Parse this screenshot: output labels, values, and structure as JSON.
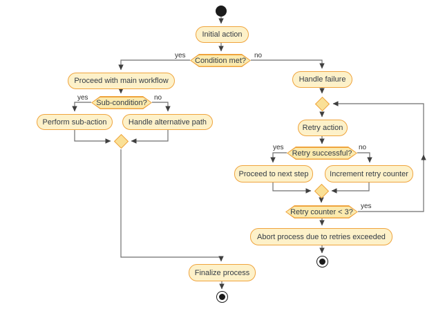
{
  "diagram": {
    "type": "uml-activity-diagram",
    "palette": {
      "activity_fill": "#FDF1C9",
      "decision_fill": "#FBEAAE",
      "merge_fill": "#FAE096",
      "node_border": "#EFA33C",
      "text_color": "#333B45",
      "edge_color": "#6E6E6E",
      "start_end_color": "#1B1B1B"
    },
    "nodes": {
      "initial_action": {
        "label": "Initial action"
      },
      "condition_met": {
        "label": "Condition met?"
      },
      "proceed_main": {
        "label": "Proceed with main workflow"
      },
      "sub_condition": {
        "label": "Sub-condition?"
      },
      "perform_sub": {
        "label": "Perform sub-action"
      },
      "handle_alt": {
        "label": "Handle alternative path"
      },
      "finalize": {
        "label": "Finalize process"
      },
      "handle_failure": {
        "label": "Handle failure"
      },
      "retry_action": {
        "label": "Retry action"
      },
      "retry_successful": {
        "label": "Retry successful?"
      },
      "proceed_next": {
        "label": "Proceed to next step"
      },
      "increment_retry": {
        "label": "Increment retry counter"
      },
      "retry_counter": {
        "label": "Retry counter < 3?"
      },
      "abort": {
        "label": "Abort process due to retries exceeded"
      }
    },
    "edge_labels": {
      "condition_yes": "yes",
      "condition_no": "no",
      "sub_yes": "yes",
      "sub_no": "no",
      "retry_yes": "yes",
      "retry_no": "no",
      "counter_yes": "yes"
    }
  }
}
